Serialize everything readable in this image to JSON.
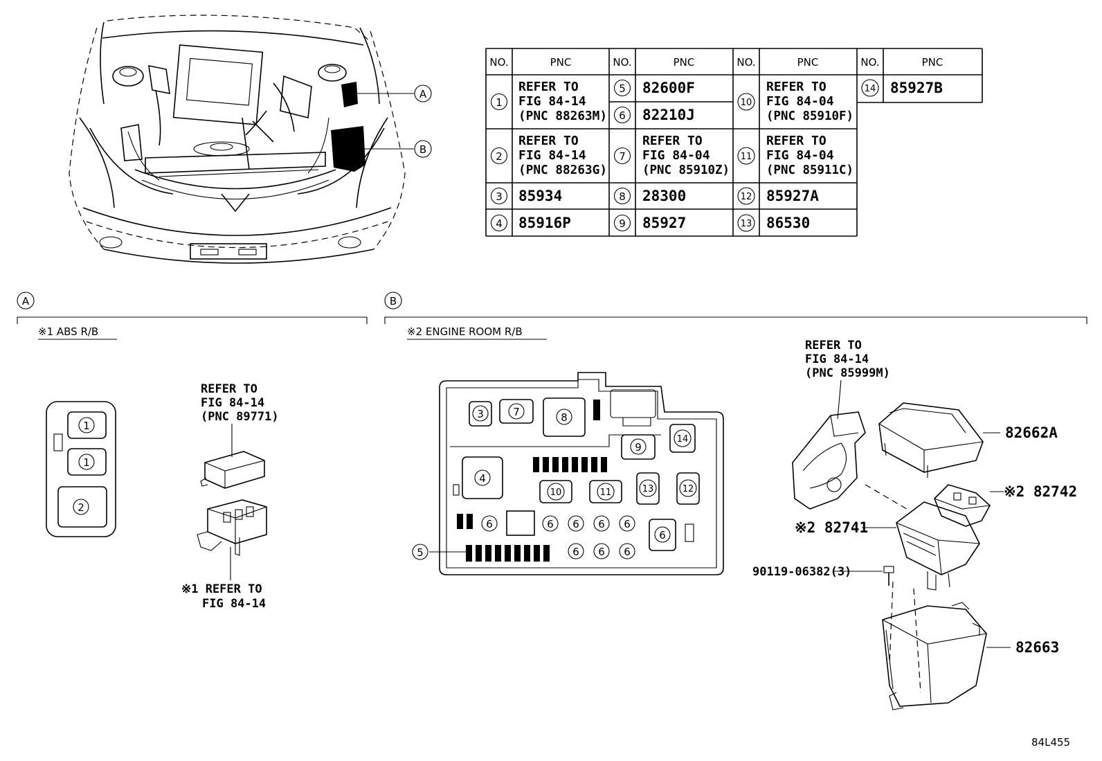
{
  "table": {
    "columns": [
      {
        "no_header": "NO.",
        "pnc_header": "PNC"
      },
      {
        "no_header": "NO.",
        "pnc_header": "PNC"
      },
      {
        "no_header": "NO.",
        "pnc_header": "PNC"
      },
      {
        "no_header": "NO.",
        "pnc_header": "PNC"
      }
    ],
    "rows": [
      {
        "no": "1",
        "lines": [
          "REFER TO",
          "FIG 84-14",
          "(PNC 88263M)"
        ]
      },
      {
        "no": "2",
        "lines": [
          "REFER TO",
          "FIG 84-14",
          "(PNC 88263G)"
        ]
      },
      {
        "no": "3",
        "lines": [
          "85934"
        ]
      },
      {
        "no": "4",
        "lines": [
          "85916P"
        ]
      },
      {
        "no": "5",
        "lines": [
          "82600F"
        ]
      },
      {
        "no": "6",
        "lines": [
          "82210J"
        ]
      },
      {
        "no": "7",
        "lines": [
          "REFER TO",
          "FIG 84-04",
          "(PNC 85910Z)"
        ]
      },
      {
        "no": "8",
        "lines": [
          "28300"
        ]
      },
      {
        "no": "9",
        "lines": [
          "85927"
        ]
      },
      {
        "no": "10",
        "lines": [
          "REFER TO",
          "FIG 84-04",
          "(PNC 85910F)"
        ]
      },
      {
        "no": "11",
        "lines": [
          "REFER TO",
          "FIG 84-04",
          "(PNC 85911C)"
        ]
      },
      {
        "no": "12",
        "lines": [
          "85927A"
        ]
      },
      {
        "no": "13",
        "lines": [
          "86530"
        ]
      },
      {
        "no": "14",
        "lines": [
          "85927B"
        ]
      }
    ]
  },
  "overview": {
    "callout_a": "A",
    "callout_b": "B"
  },
  "section_a": {
    "letter": "A",
    "title": "※1 ABS R/B",
    "relays": [
      "1",
      "1",
      "2"
    ],
    "cover_ref": [
      "REFER TO",
      "FIG 84-14",
      "(PNC 89771)"
    ],
    "base_ref": [
      "※1 REFER TO",
      "FIG 84-14"
    ]
  },
  "section_b": {
    "letter": "B",
    "title": "※2 ENGINE ROOM R/B",
    "box_numbers": {
      "n3": "3",
      "n7": "7",
      "n8": "8",
      "n9": "9",
      "n14": "14",
      "n4": "4",
      "n10": "10",
      "n11": "11",
      "n13": "13",
      "n12": "12",
      "n6": "6",
      "n5": "5"
    },
    "bracket_ref": [
      "REFER TO",
      "FIG 84-14",
      "(PNC 85999M)"
    ],
    "parts": {
      "cover": "82662A",
      "p82742": "※2 82742",
      "p82741": "※2 82741",
      "bolt": "90119-06382(3)",
      "lower": "82663"
    }
  },
  "figure_code": "84L455"
}
